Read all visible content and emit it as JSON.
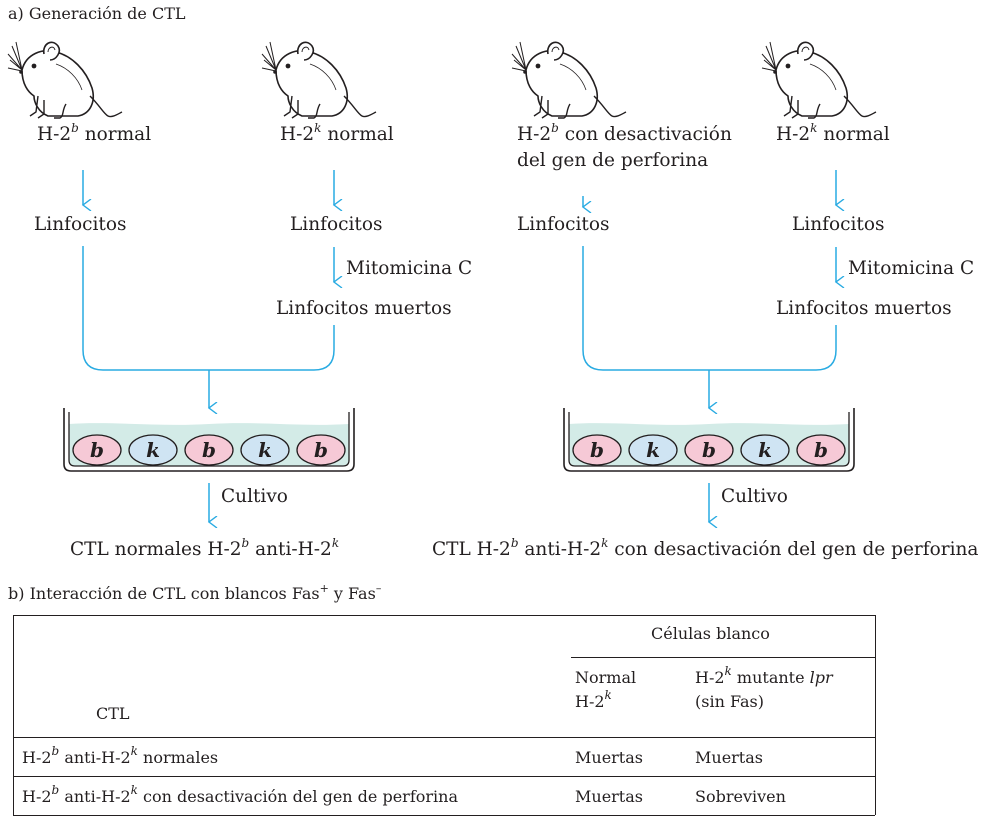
{
  "part_a": {
    "heading": "a) Generación de CTL",
    "left": {
      "mouse1_prefix": "H-2",
      "mouse1_sup": "b",
      "mouse1_suffix": " normal",
      "mouse2_prefix": "H-2",
      "mouse2_sup": "k",
      "mouse2_suffix": " normal",
      "lymph1": "Linfocitos",
      "lymph2": "Linfocitos",
      "treatment": "Mitomicina C",
      "dead": "Linfocitos muertos",
      "cells": [
        "b",
        "k",
        "b",
        "k",
        "b"
      ],
      "culture": "Cultivo",
      "result_p1": "CTL normales H-2",
      "result_s1": "b",
      "result_p2": " anti-H-2",
      "result_s2": "k",
      "result_p3": ""
    },
    "right": {
      "mouse1_prefix": "H-2",
      "mouse1_sup": "b",
      "mouse1_suffix": " con desactivación",
      "mouse1_line2": "del gen de perforina",
      "mouse2_prefix": "H-2",
      "mouse2_sup": "k",
      "mouse2_suffix": " normal",
      "lymph1": "Linfocitos",
      "lymph2": "Linfocitos",
      "treatment": "Mitomicina C",
      "dead": "Linfocitos muertos",
      "cells": [
        "b",
        "k",
        "b",
        "k",
        "b"
      ],
      "culture": "Cultivo",
      "result_p1": "CTL H-2",
      "result_s1": "b",
      "result_p2": " anti-H-2",
      "result_s2": "k",
      "result_p3": " con desactivación del gen de perforina"
    },
    "colors": {
      "arrow": "#29abe2",
      "cell_b_fill": "#f6c9d6",
      "cell_k_fill": "#cfe4f3",
      "medium": "#d3ebe7",
      "outline": "#231f20"
    }
  },
  "part_b": {
    "heading_prefix": "b) Interacción de CTL con blancos Fas",
    "heading_sup1": "+",
    "heading_mid": " y Fas",
    "heading_sup2": "–",
    "table": {
      "group_header": "Células blanco",
      "ctl_header": "CTL",
      "col1_line1": "Normal",
      "col1_line2_prefix": "H-2",
      "col1_line2_sup": "k",
      "col2_line1_prefix": "H-2",
      "col2_line1_sup": "k",
      "col2_line1_mid": " mutante ",
      "col2_line1_it": "lpr",
      "col2_line2": "(sin Fas)",
      "rows": [
        {
          "p1": "H-2",
          "s1": "b",
          "p2": " anti-H-2",
          "s2": "k",
          "p3": " normales",
          "v1": "Muertas",
          "v2": "Muertas"
        },
        {
          "p1": "H-2",
          "s1": "b",
          "p2": " anti-H-2",
          "s2": "k",
          "p3": " con desactivación del gen de perforina",
          "v1": "Muertas",
          "v2": "Sobreviven"
        }
      ]
    }
  }
}
